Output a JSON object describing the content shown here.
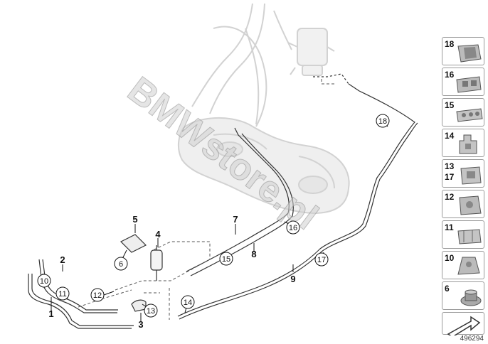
{
  "diagram": {
    "watermark": "BMWstore.pl",
    "catalog_number": "496294",
    "plain_labels": [
      "1",
      "2",
      "3",
      "4",
      "5",
      "7",
      "8",
      "9"
    ],
    "circled_labels": [
      "6",
      "10",
      "11",
      "12",
      "13",
      "14",
      "15",
      "16",
      "17",
      "18"
    ],
    "sidebar_items": [
      {
        "numbers": [
          "18"
        ],
        "icon": "clip-18-icon"
      },
      {
        "numbers": [
          "16"
        ],
        "icon": "clip-16-icon"
      },
      {
        "numbers": [
          "15"
        ],
        "icon": "clip-15-icon"
      },
      {
        "numbers": [
          "14"
        ],
        "icon": "clip-14-icon"
      },
      {
        "numbers": [
          "13",
          "17"
        ],
        "icon": "clip-13-17-icon"
      },
      {
        "numbers": [
          "12"
        ],
        "icon": "clip-12-icon"
      },
      {
        "numbers": [
          "11"
        ],
        "icon": "clip-11-icon"
      },
      {
        "numbers": [
          "10"
        ],
        "icon": "clip-10-icon"
      },
      {
        "numbers": [
          "6"
        ],
        "icon": "nut-6-icon"
      },
      {
        "numbers": [],
        "icon": "arrow-direction-icon"
      }
    ]
  }
}
